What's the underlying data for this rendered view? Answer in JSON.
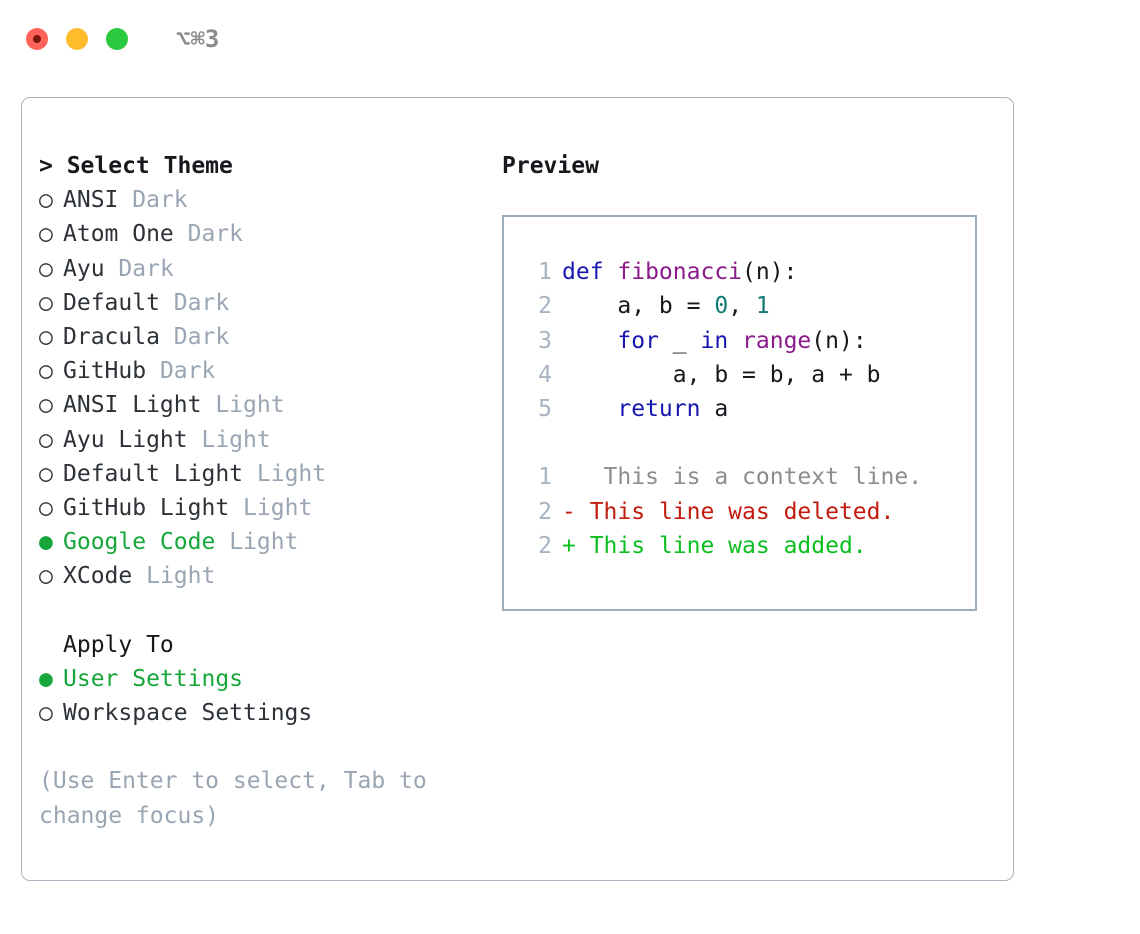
{
  "titlebar": {
    "shortcut": "⌥⌘3",
    "lights": [
      "close",
      "minimize",
      "zoom"
    ]
  },
  "left": {
    "header": "> Select Theme",
    "themes": [
      {
        "bullet": "○",
        "name": "ANSI",
        "variant": "Dark",
        "selected": false
      },
      {
        "bullet": "○",
        "name": "Atom One",
        "variant": "Dark",
        "selected": false
      },
      {
        "bullet": "○",
        "name": "Ayu",
        "variant": "Dark",
        "selected": false
      },
      {
        "bullet": "○",
        "name": "Default",
        "variant": "Dark",
        "selected": false
      },
      {
        "bullet": "○",
        "name": "Dracula",
        "variant": "Dark",
        "selected": false
      },
      {
        "bullet": "○",
        "name": "GitHub",
        "variant": "Dark",
        "selected": false
      },
      {
        "bullet": "○",
        "name": "ANSI Light",
        "variant": "Light",
        "selected": false
      },
      {
        "bullet": "○",
        "name": "Ayu Light",
        "variant": "Light",
        "selected": false
      },
      {
        "bullet": "○",
        "name": "Default Light",
        "variant": "Light",
        "selected": false
      },
      {
        "bullet": "○",
        "name": "GitHub Light",
        "variant": "Light",
        "selected": false
      },
      {
        "bullet": "●",
        "name": "Google Code",
        "variant": "Light",
        "selected": true
      },
      {
        "bullet": "○",
        "name": "XCode",
        "variant": "Light",
        "selected": false
      }
    ],
    "apply_to_title": "Apply To",
    "apply_to": [
      {
        "bullet": "●",
        "name": "User Settings",
        "selected": true
      },
      {
        "bullet": "○",
        "name": "Workspace Settings",
        "selected": false
      }
    ],
    "hint": "(Use Enter to select, Tab to change focus)"
  },
  "right": {
    "preview_title": "Preview",
    "code_lines": [
      {
        "no": "1",
        "tokens": [
          {
            "t": "def ",
            "c": "kw"
          },
          {
            "t": "fibonacci",
            "c": "fn"
          },
          {
            "t": "(n):",
            "c": "pl"
          }
        ]
      },
      {
        "no": "2",
        "tokens": [
          {
            "t": "    a, b = ",
            "c": "pl"
          },
          {
            "t": "0",
            "c": "num"
          },
          {
            "t": ", ",
            "c": "pl"
          },
          {
            "t": "1",
            "c": "num"
          }
        ]
      },
      {
        "no": "3",
        "tokens": [
          {
            "t": "    ",
            "c": "pl"
          },
          {
            "t": "for",
            "c": "kw"
          },
          {
            "t": " _ ",
            "c": "pl"
          },
          {
            "t": "in",
            "c": "kw"
          },
          {
            "t": " ",
            "c": "pl"
          },
          {
            "t": "range",
            "c": "fn"
          },
          {
            "t": "(n):",
            "c": "pl"
          }
        ]
      },
      {
        "no": "4",
        "tokens": [
          {
            "t": "        a, b = b, a + b",
            "c": "pl"
          }
        ]
      },
      {
        "no": "5",
        "tokens": [
          {
            "t": "    ",
            "c": "pl"
          },
          {
            "t": "return",
            "c": "kw"
          },
          {
            "t": " a",
            "c": "pl"
          }
        ]
      }
    ],
    "diff_lines": [
      {
        "no": "1",
        "marker": " ",
        "text": "  This is a context line.",
        "kind": "ctx"
      },
      {
        "no": "2",
        "marker": "-",
        "text": " This line was deleted.",
        "kind": "del"
      },
      {
        "no": "2",
        "marker": "+",
        "text": " This line was added.",
        "kind": "add"
      }
    ]
  },
  "colors": {
    "accent_green": "#16a63a",
    "dim_gray": "#9aa5b4",
    "border": "#aab4c0",
    "keyword": "#1717b0",
    "function": "#8b1a8b",
    "number": "#0f7b74",
    "diff_context": "#8d8d8d",
    "diff_deleted": "#c21b0e",
    "diff_added": "#0bbf1f"
  }
}
